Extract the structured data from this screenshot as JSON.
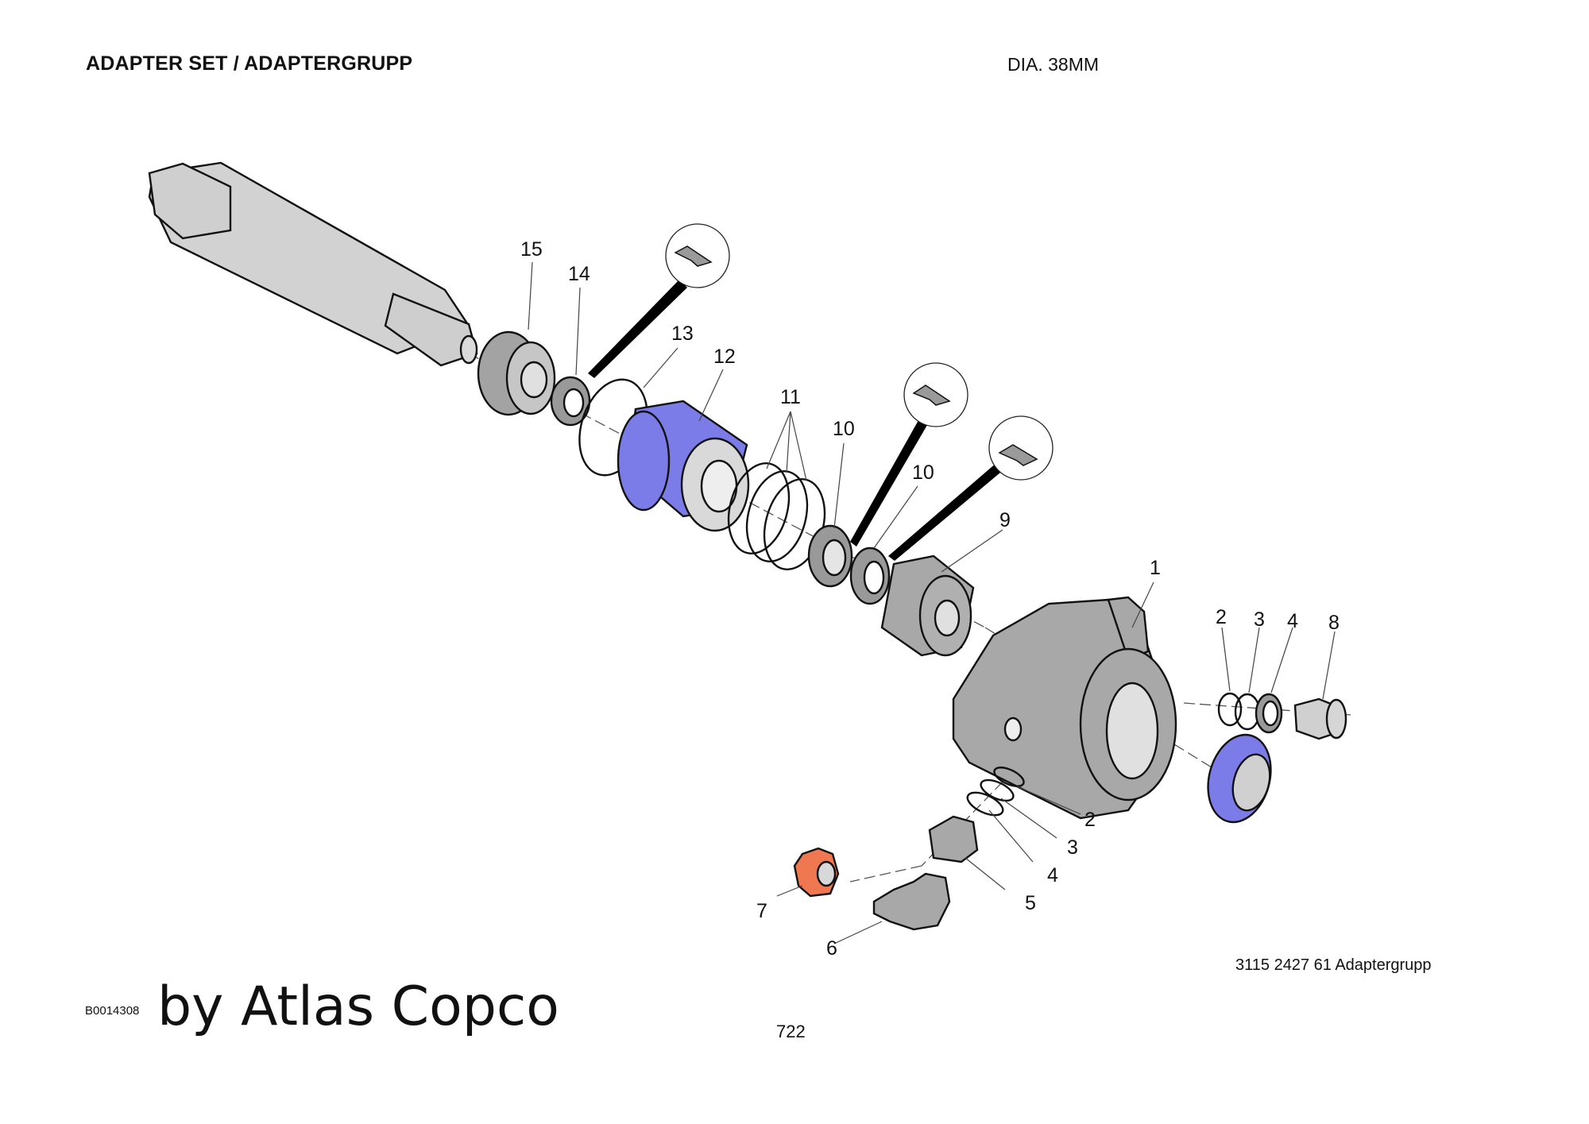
{
  "header": {
    "title": "ADAPTER SET / ADAPTERGRUPP",
    "dimension": "DIA. 38MM"
  },
  "footer": {
    "drawing_code": "B0014308",
    "brand": "by Atlas Copco",
    "page_number": "722",
    "part_reference": "3115 2427 61 Adaptergrupp"
  },
  "colors": {
    "highlight_blue": "#7b7ce8",
    "highlight_orange": "#f07850",
    "part_gray": "#a8a8a8",
    "part_light": "#d4d4d4"
  },
  "callouts": [
    {
      "id": "15",
      "label": "15"
    },
    {
      "id": "14",
      "label": "14"
    },
    {
      "id": "13",
      "label": "13"
    },
    {
      "id": "12",
      "label": "12"
    },
    {
      "id": "11",
      "label": "11"
    },
    {
      "id": "10a",
      "label": "10"
    },
    {
      "id": "10b",
      "label": "10"
    },
    {
      "id": "9",
      "label": "9"
    },
    {
      "id": "1",
      "label": "1"
    },
    {
      "id": "2a",
      "label": "2"
    },
    {
      "id": "3a",
      "label": "3"
    },
    {
      "id": "4a",
      "label": "4"
    },
    {
      "id": "8",
      "label": "8"
    },
    {
      "id": "2b",
      "label": "2"
    },
    {
      "id": "3b",
      "label": "3"
    },
    {
      "id": "4b",
      "label": "4"
    },
    {
      "id": "5",
      "label": "5"
    },
    {
      "id": "6",
      "label": "6"
    },
    {
      "id": "7",
      "label": "7"
    }
  ]
}
